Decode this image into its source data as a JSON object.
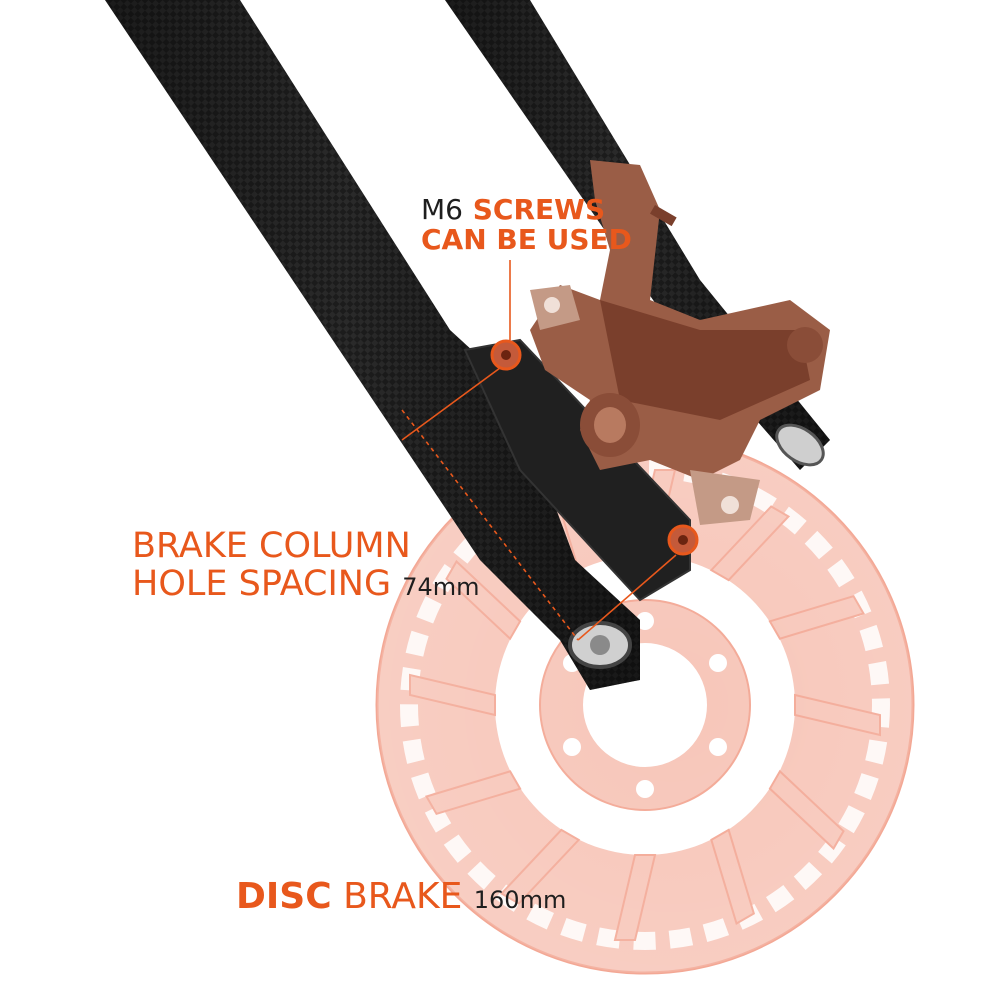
{
  "annotations": {
    "screws": {
      "prefix": "M6",
      "line1_highlight": "SCREWS",
      "line2": "CAN BE USED"
    },
    "spacing": {
      "line1": "BRAKE COLUMN",
      "line2": "HOLE SPACING",
      "value": "74mm"
    },
    "rotor": {
      "highlight": "DISC",
      "label": "BRAKE",
      "value": "160mm"
    }
  },
  "colors": {
    "accent": "#e8581c",
    "carbon": "#1f1f1f",
    "rotor": "#f5b7a8",
    "caliper": "#9a5d46"
  },
  "icons": [
    "fork-leg",
    "disc-rotor",
    "brake-caliper",
    "mount-hole",
    "dropout"
  ]
}
